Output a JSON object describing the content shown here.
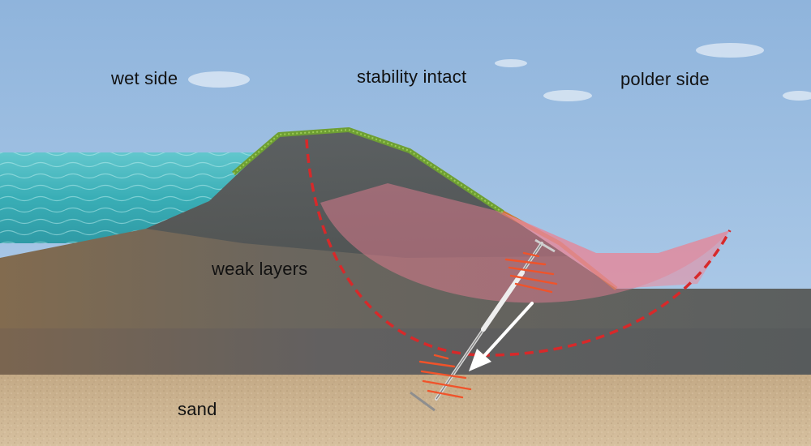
{
  "labels": {
    "wet_side": "wet side",
    "stability": "stability intact",
    "polder_side": "polder side",
    "weak_layers": "weak layers",
    "sand": "sand"
  },
  "colors": {
    "sky": "#a9c8e6",
    "water": "#3fb3bb",
    "dike_core": "#5d6262",
    "weak_layer": "#6a665e",
    "sand": "#d0b896",
    "grass": "#6e9f33",
    "slip_zone": "#d97a8c",
    "slip_circle": "#d7292a",
    "sensor_signal": "#f0532a",
    "movement_arrow": "#ffffff"
  },
  "icons": {
    "sensor_probe": "inclinometer-probe-icon",
    "signal": "vibration-wave-icon",
    "arrow": "arrow-down-left-icon"
  }
}
